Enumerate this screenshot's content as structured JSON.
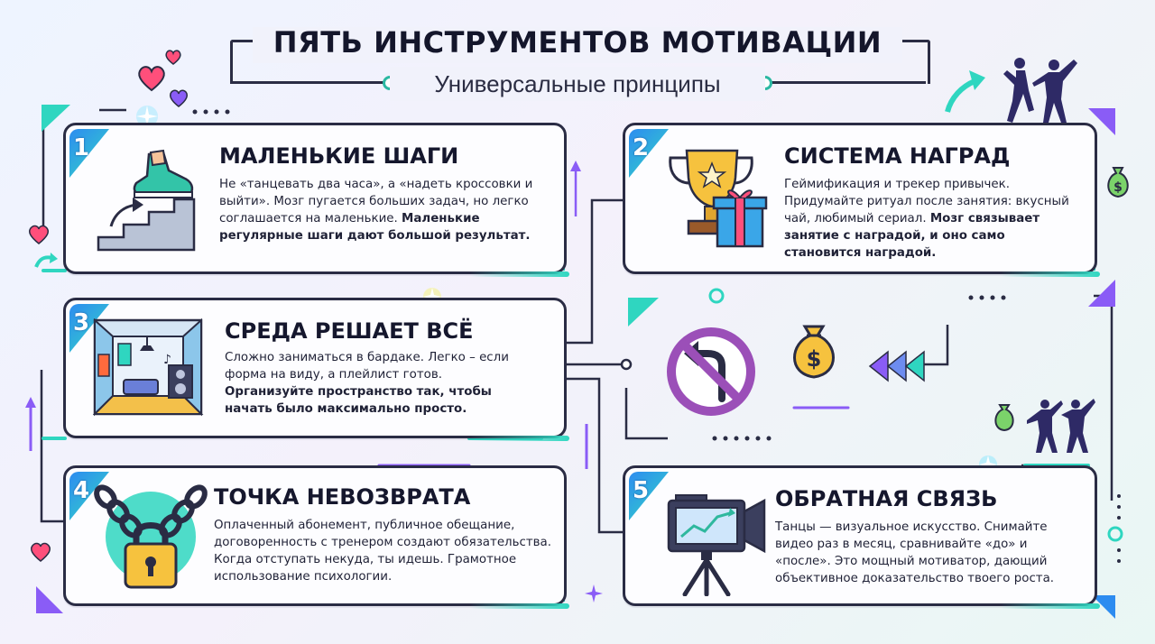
{
  "header": {
    "title": "ПЯТЬ ИНСТРУМЕНТОВ МОТИВАЦИИ",
    "subtitle": "Универсальные принципы"
  },
  "colors": {
    "accent_teal": "#2fd6c0",
    "accent_blue": "#2d8cf0",
    "accent_purple": "#8a5cf6",
    "heart_pink": "#ff4f7b",
    "outline": "#2a2c44",
    "gold": "#f6c23e"
  },
  "cards": [
    {
      "number": "1",
      "title": "МАЛЕНЬКИЕ ШАГИ",
      "text": "Не «танцевать два часа», а «надеть кроссовки и выйти». Мозг пугается больших задач, но легко соглашается на маленькие.",
      "bold": "Маленькие регулярные шаги дают большой результат.",
      "icon": "stairs-sneaker-icon"
    },
    {
      "number": "2",
      "title": "СИСТЕМА НАГРАД",
      "text": "Геймификация и трекер привычек. Придумайте ритуал после занятия: вкусный чай, любимый сериал.",
      "bold": "Мозг связывает занятие с наградой, и оно само становится наградой.",
      "icon": "trophy-gift-icon"
    },
    {
      "number": "3",
      "title": "СРЕДА РЕШАЕТ ВСЁ",
      "text": "Сложно заниматься в бардаке. Легко – если форма на виду, а плейлист готов.",
      "bold": "Организуйте пространство так, чтобы начать было максимально просто.",
      "icon": "room-interior-icon"
    },
    {
      "number": "4",
      "title": "ТОЧКА НЕВОЗВРАТА",
      "text": "Оплаченный абонемент, публичное обещание, договоренность с тренером создают обязательства. Когда отступать некуда, ты идешь. Грамотное использование психологии.",
      "bold": "",
      "icon": "chain-padlock-icon"
    },
    {
      "number": "5",
      "title": "ОБРАТНАЯ СВЯЗЬ",
      "text": "Танцы — визуальное искусство. Снимайте видео раз в месяц, сравнивайте «до» и «после». Это мощный мотиватор, дающий объективное доказательство твоего роста.",
      "bold": "",
      "icon": "video-camera-icon"
    }
  ],
  "center_icons": [
    "no-turning-back-sign-icon",
    "money-bag-icon",
    "chevron-arrows-left-icon"
  ],
  "side_decor": [
    "heart-icon",
    "dancers-silhouette-icon",
    "money-bag-icon",
    "arrow-up-icon"
  ]
}
